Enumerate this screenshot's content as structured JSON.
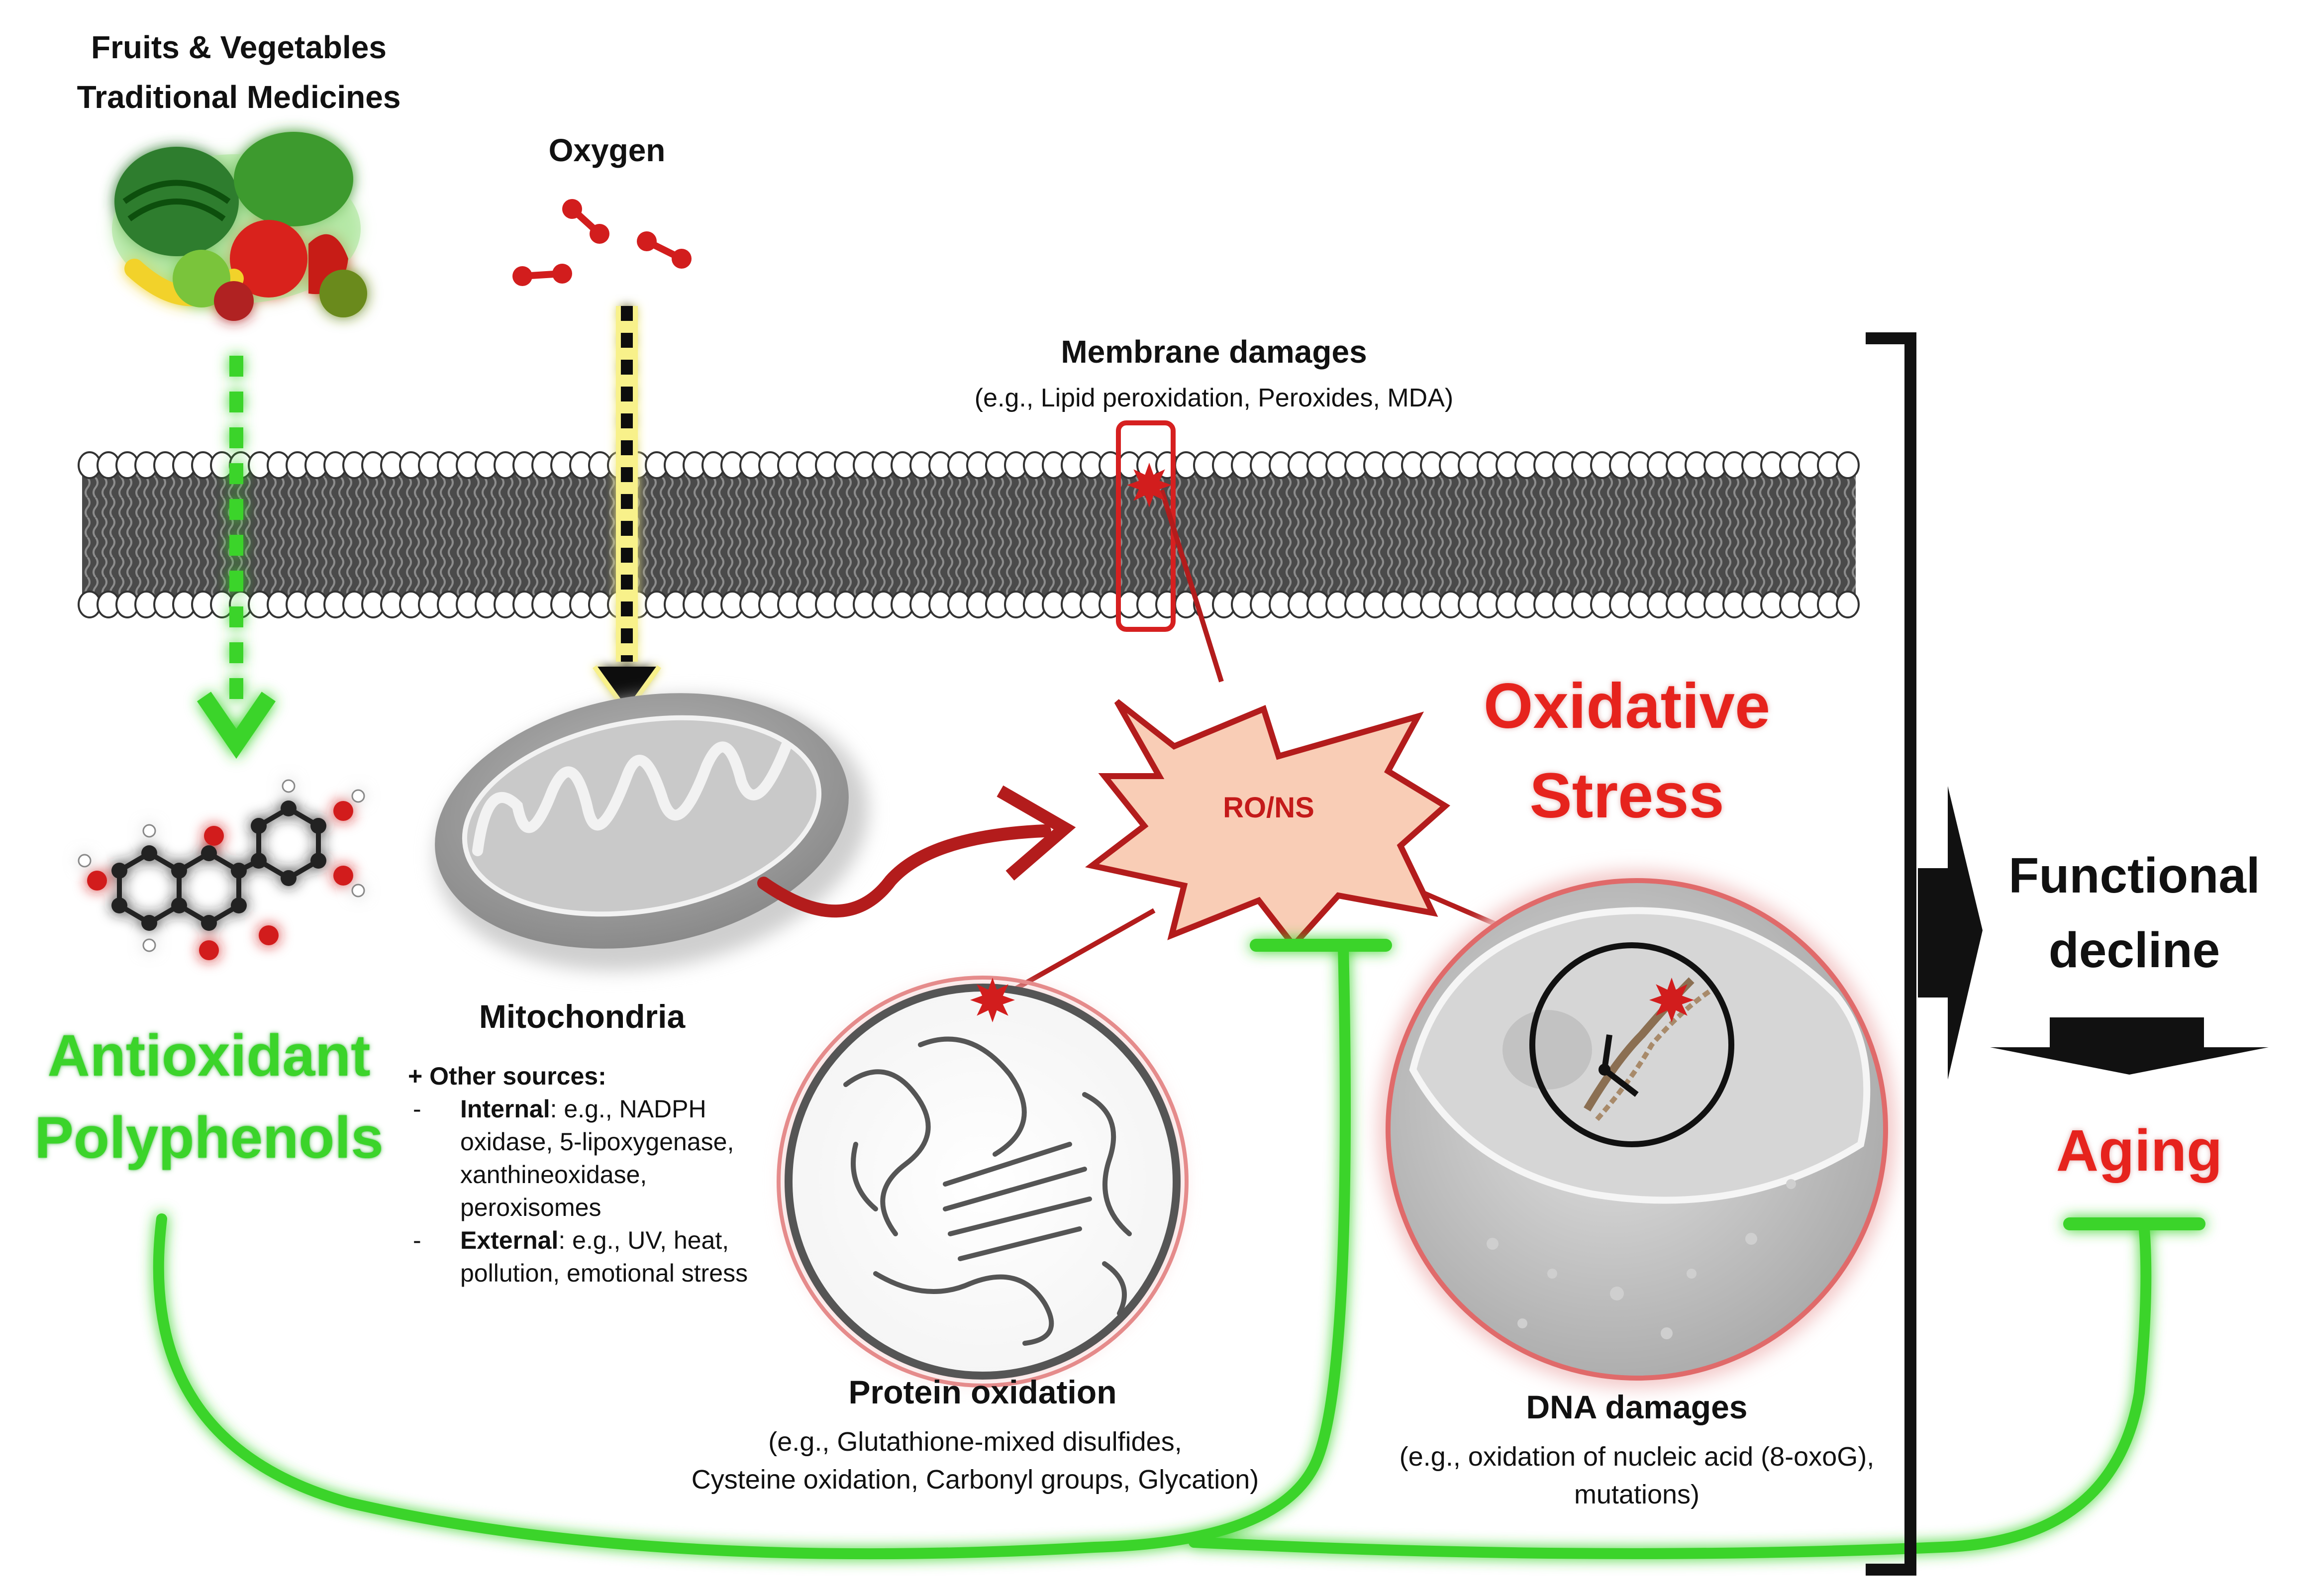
{
  "food": {
    "line1": "Fruits & Vegetables",
    "line2": "Traditional Medicines"
  },
  "oxygen": {
    "label": "Oxygen"
  },
  "membrane": {
    "title": "Membrane damages",
    "examples": "(e.g., Lipid peroxidation, Peroxides, MDA)"
  },
  "ros": {
    "label": "RO/NS",
    "title_line1": "Oxidative",
    "title_line2": "Stress"
  },
  "mitochondria": {
    "label": "Mitochondria"
  },
  "other_sources": {
    "heading": "+ Other sources:",
    "internal_label": "Internal",
    "internal_line1": ": e.g., NADPH",
    "internal_line2": "oxidase, 5-lipoxygenase,",
    "internal_line3": "xanthineoxidase,",
    "internal_line4": "peroxisomes",
    "external_label": "External",
    "external_line1": ": e.g., UV, heat,",
    "external_line2": "pollution, emotional stress"
  },
  "polyphenols": {
    "line1": "Antioxidant",
    "line2": "Polyphenols"
  },
  "protein": {
    "title": "Protein oxidation",
    "line1": "(e.g., Glutathione-mixed disulfides,",
    "line2": "Cysteine oxidation, Carbonyl groups, Glycation)"
  },
  "dna": {
    "title": "DNA damages",
    "line1": "(e.g., oxidation of nucleic acid (8-oxoG),",
    "line2": "mutations)"
  },
  "outcome": {
    "functional_line1": "Functional",
    "functional_line2": "decline",
    "aging": "Aging"
  },
  "colors": {
    "green": "#3bd42a",
    "red": "#e6231d",
    "dark_red": "#b31c1c",
    "burst_fill": "#f9cdb6"
  }
}
